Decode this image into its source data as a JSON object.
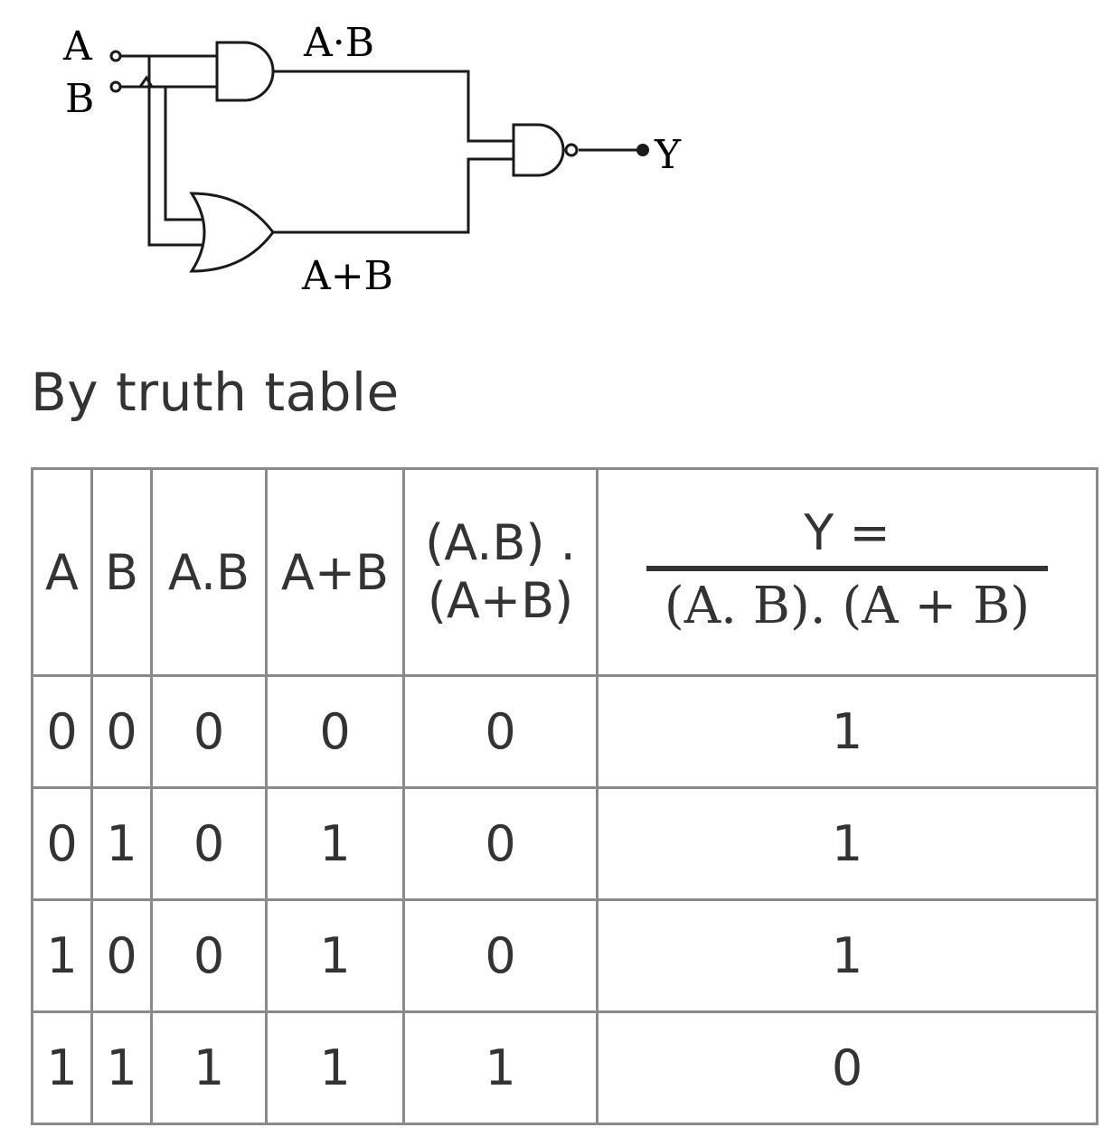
{
  "circuit": {
    "input_a": "A",
    "input_b": "B",
    "and_output": "A·B",
    "or_output": "A+B",
    "output": "Y"
  },
  "heading": "By truth table",
  "table": {
    "headers": [
      "A",
      "B",
      "A.B",
      "A+B"
    ],
    "header_product": [
      "(A.B) .",
      "(A+B)"
    ],
    "header_y": {
      "numerator": "Y =",
      "denominator": "(A. B). (A + B)"
    },
    "rows": [
      [
        "0",
        "0",
        "0",
        "0",
        "0",
        "1"
      ],
      [
        "0",
        "1",
        "0",
        "1",
        "0",
        "1"
      ],
      [
        "1",
        "0",
        "0",
        "1",
        "0",
        "1"
      ],
      [
        "1",
        "1",
        "1",
        "1",
        "1",
        "0"
      ]
    ]
  }
}
